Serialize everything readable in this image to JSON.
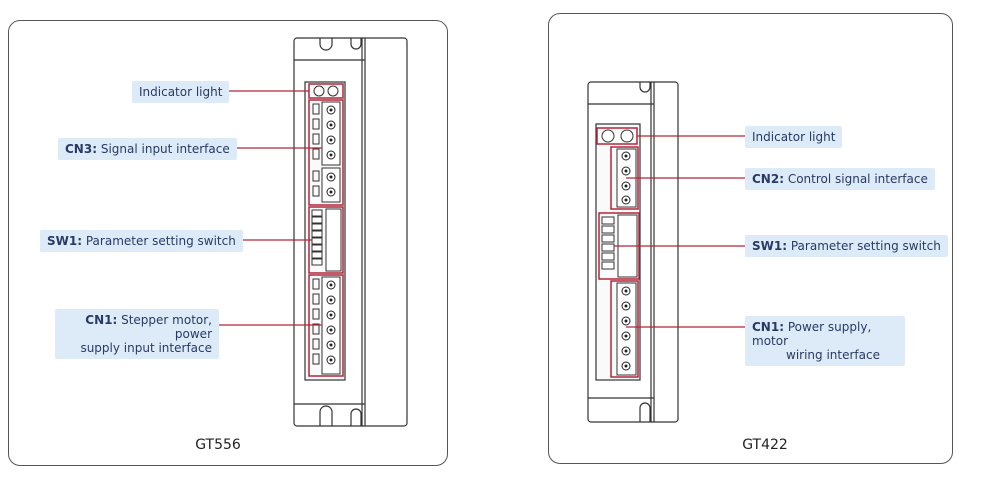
{
  "colors": {
    "callout_line": "#b3263a",
    "label_bg": "#dcebf7",
    "label_text": "#2a3a66",
    "outline": "#333333"
  },
  "left_panel": {
    "caption": "GT556",
    "labels": {
      "indicator": {
        "text": "Indicator light"
      },
      "cn3": {
        "key": "CN3:",
        "text": "Signal input interface"
      },
      "sw1": {
        "key": "SW1:",
        "text": "Parameter setting switch"
      },
      "cn1": {
        "key": "CN1:",
        "line1": "Stepper motor, power",
        "line2": "supply input interface"
      }
    }
  },
  "right_panel": {
    "caption": "GT422",
    "labels": {
      "indicator": {
        "text": "Indicator light"
      },
      "cn2": {
        "key": "CN2:",
        "text": "Control signal interface"
      },
      "sw1": {
        "key": "SW1:",
        "text": "Parameter setting switch"
      },
      "cn1": {
        "key": "CN1:",
        "line1": "Power supply, motor",
        "line2": "wiring interface"
      }
    }
  }
}
